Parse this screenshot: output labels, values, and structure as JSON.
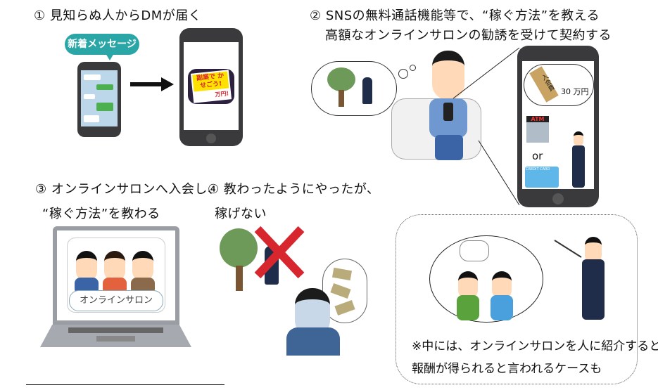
{
  "step1": {
    "title": "① 見知らぬ人からDMが届く",
    "bubble": "新着メッセージ",
    "flyer_main": "副業で かせごう!",
    "flyer_sub": "万円!"
  },
  "step2": {
    "title_line1": "② SNSの無料通話機能等で、“稼ぐ方法”を教える",
    "title_line2": "高額なオンラインサロンの勧誘を受けて契約する",
    "envelope": "入会費",
    "fee": "30 万円",
    "atm": "ATM",
    "or": "or",
    "card": "CREDIT CARD"
  },
  "step3": {
    "title_line1": "③ オンラインサロンへ入会し、",
    "title_line2": "“稼ぐ方法”を教わる",
    "salon_label": "オンラインサロン"
  },
  "step4": {
    "title_line1": "④ 教わったようにやったが、",
    "title_line2": "稼げない"
  },
  "note": {
    "line1": "※中には、オンラインサロンを人に紹介すると",
    "line2": "報酬が得られると言われるケースも"
  },
  "colors": {
    "teal": "#2aa6a6",
    "phone": "#3a3a3c",
    "cross": "#d7262d",
    "suit": "#1f2d4a",
    "shirt": "#4a79b8"
  }
}
